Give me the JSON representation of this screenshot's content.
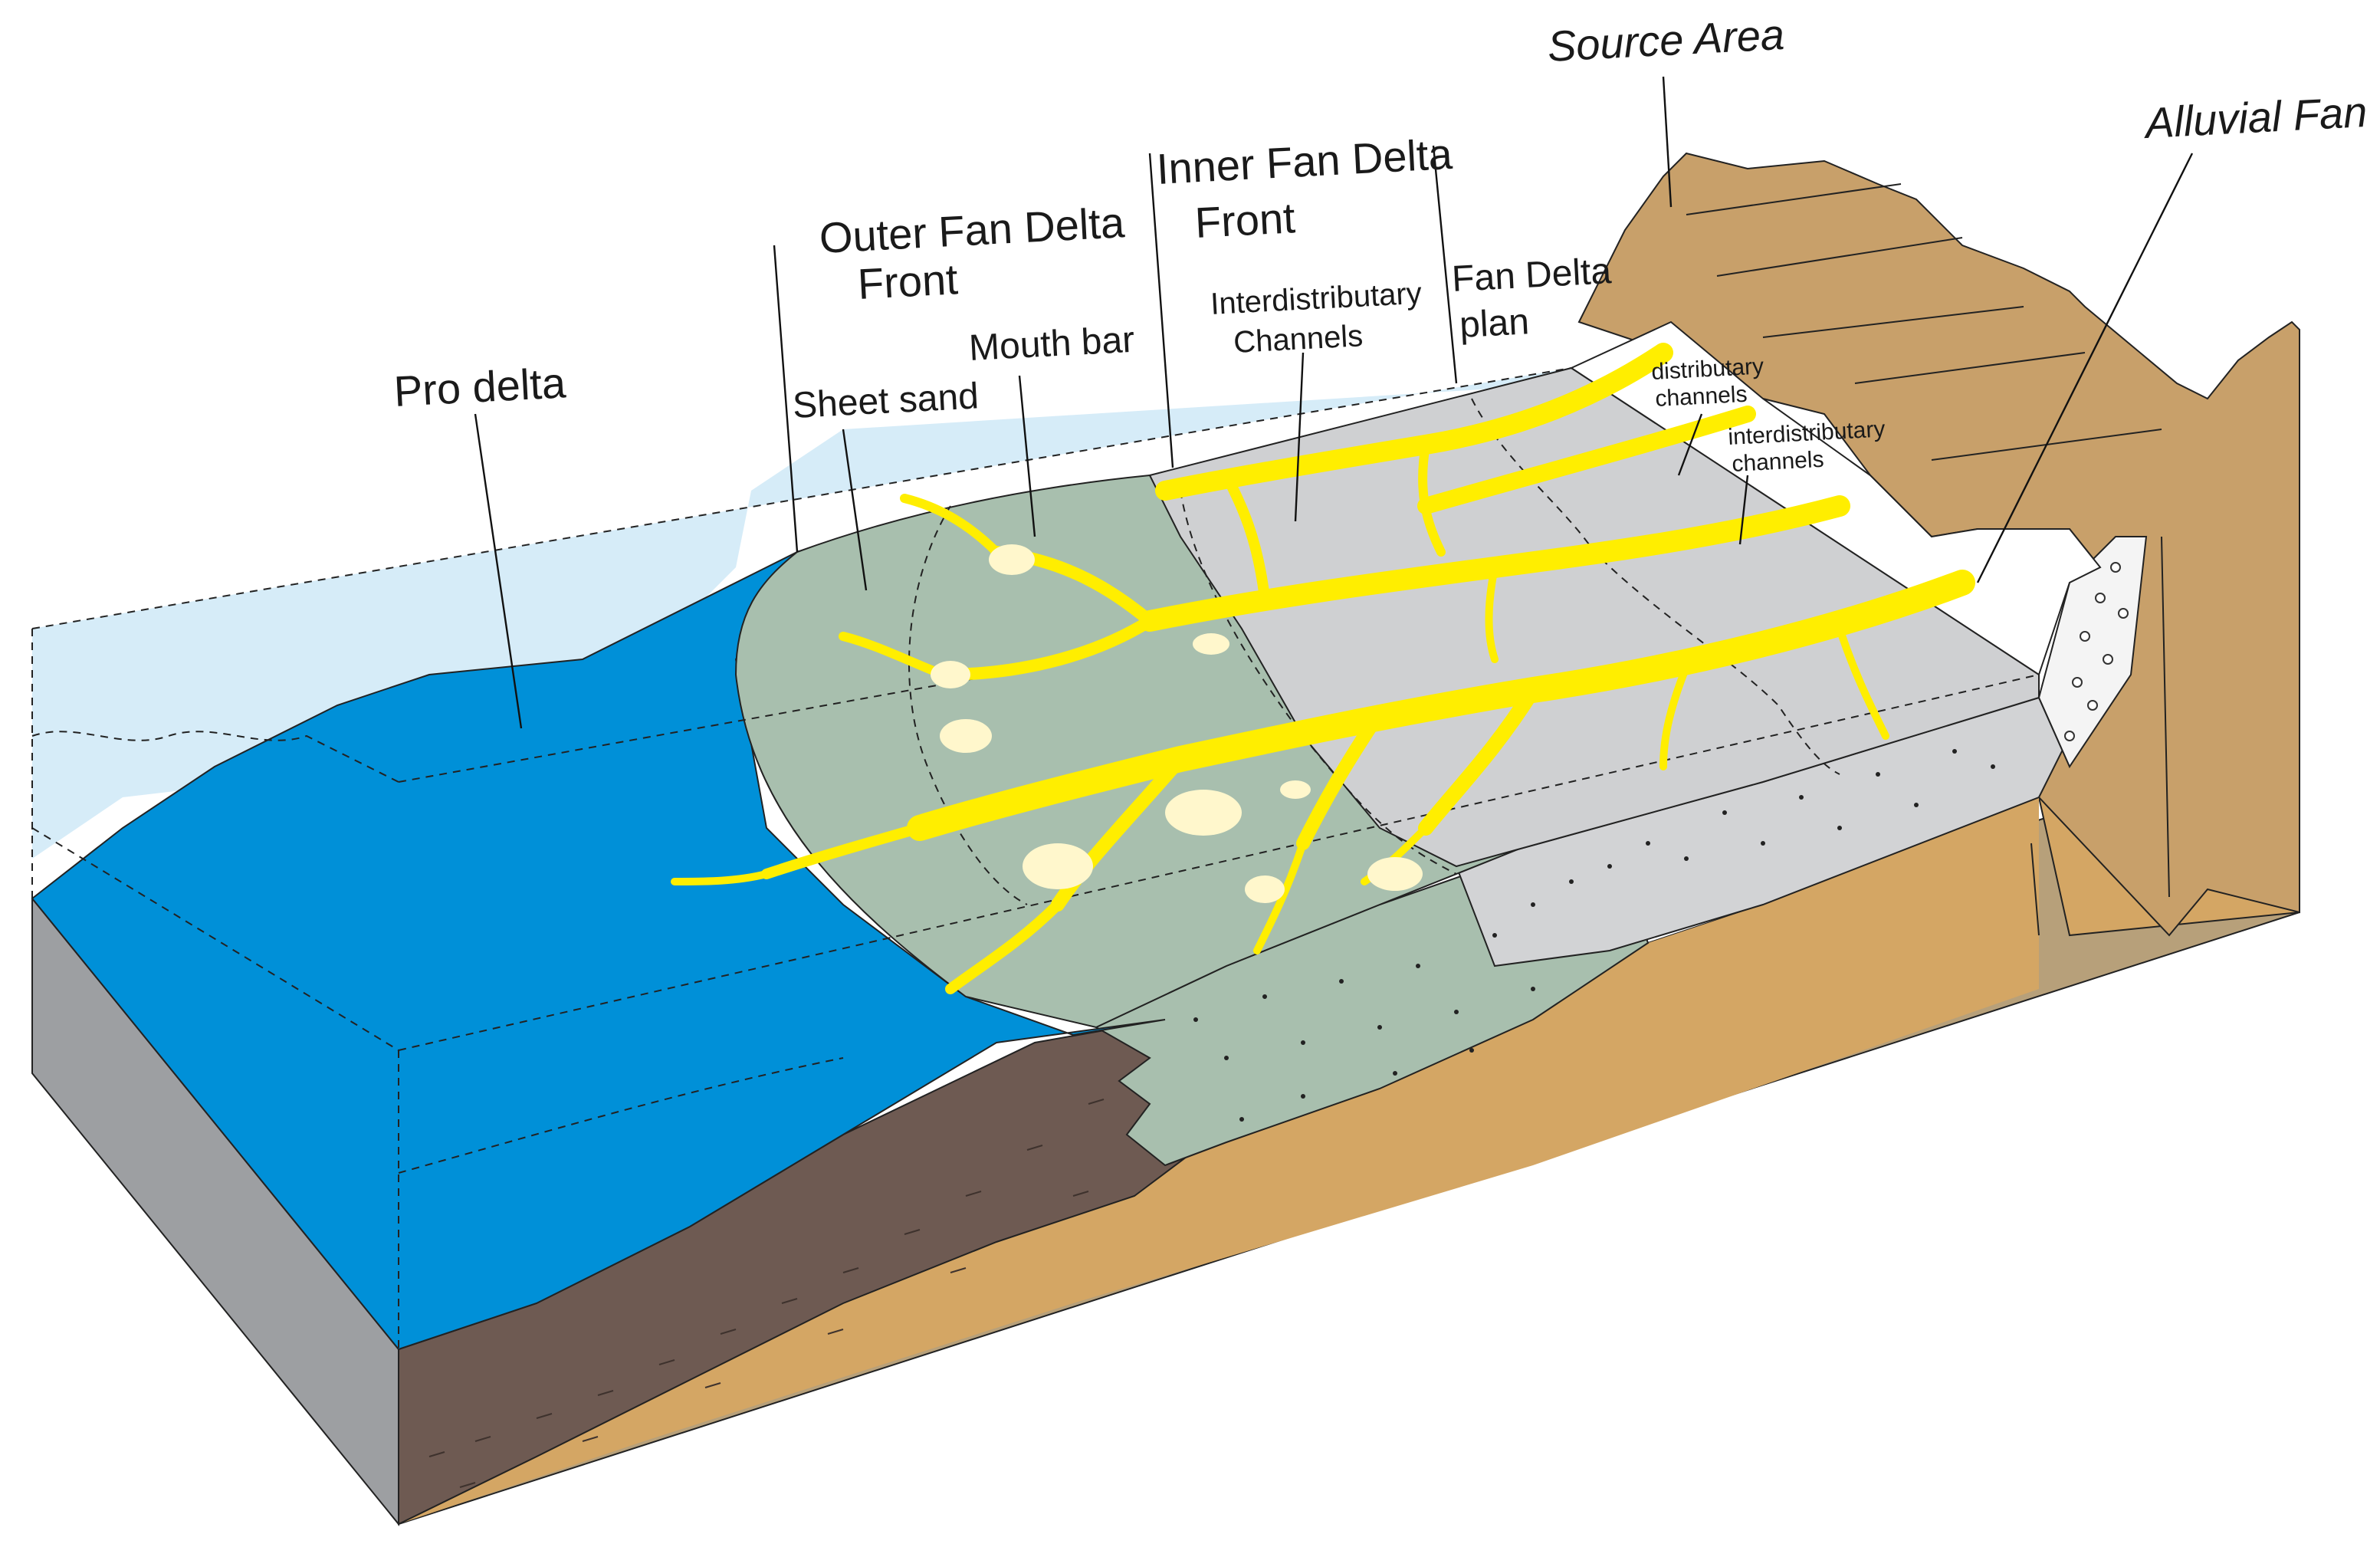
{
  "labels": {
    "source_area": "Source Area",
    "alluvial_fan": "Alluvial Fan",
    "inner_fan_delta_front_1": "Inner Fan Delta",
    "inner_fan_delta_front_2": "Front",
    "outer_fan_delta_front_1": "Outer Fan Delta",
    "outer_fan_delta_front_2": "Front",
    "interdistributary_channels_1": "Interdistributary",
    "interdistributary_channels_2": "Channels",
    "fan_delta_plan_1": "Fan Delta",
    "fan_delta_plan_2": "plan",
    "mouth_bar": "Mouth bar",
    "sheet_sand": "Sheet sand",
    "pro_delta": "Pro delta",
    "distributary_channels_1": "distributary",
    "distributary_channels_2": "channels",
    "interdistributary_channels_small_1": "interdistributary",
    "interdistributary_channels_small_2": "channels"
  },
  "colors": {
    "water_deep": "#0090d8",
    "water_shallow": "#d6ecf8",
    "front_green": "#a8bfae",
    "plain_grey": "#cfd0d2",
    "channel_yellow": "#ffee00",
    "mouth_bar_cream": "#fff7cc",
    "mud_brown": "#6e5a52",
    "slope_tan": "#d4a664",
    "mountain_tan": "#c8a06a",
    "base_grey": "#9d9fa2"
  }
}
